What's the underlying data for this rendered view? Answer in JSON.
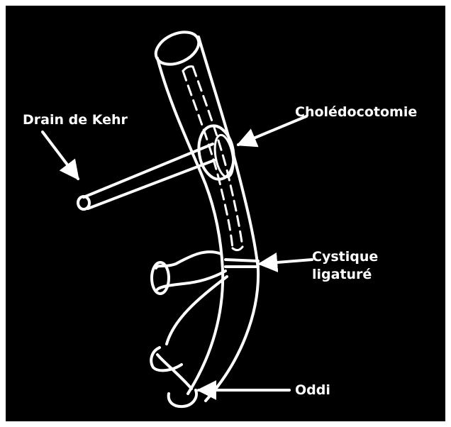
{
  "labels": {
    "drain": "Drain de Kehr",
    "choledocotomie": "Cholédocotomie",
    "cystique_line1": "Cystique",
    "cystique_line2": "ligaturé",
    "oddi": "Oddi"
  },
  "colors": {
    "background": "#000000",
    "foreground": "#ffffff",
    "outer_border": "#ffffff"
  }
}
